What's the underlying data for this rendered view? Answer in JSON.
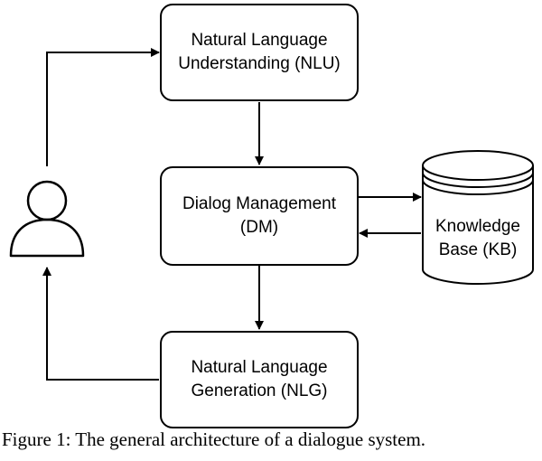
{
  "nodes": {
    "nlu": {
      "line1": "Natural Language",
      "line2": "Understanding (NLU)"
    },
    "dm": {
      "line1": "Dialog Management",
      "line2": "(DM)"
    },
    "nlg": {
      "line1": "Natural Language",
      "line2": "Generation (NLG)"
    },
    "kb": {
      "line1": "Knowledge",
      "line2": "Base (KB)"
    }
  },
  "user_icon": "user-icon",
  "caption": "Figure 1: The general architecture of a dialogue system."
}
